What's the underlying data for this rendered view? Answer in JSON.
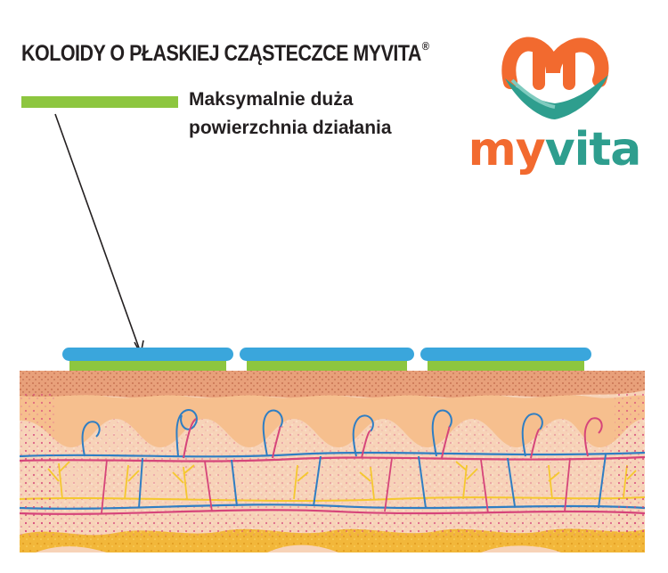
{
  "title": "KOLOIDY O PŁASKIEJ CZĄSTECZCE MYVITA",
  "title_mark": "®",
  "legend": {
    "line1": "Maksymalnie duża",
    "line2": "powierzchnia działania"
  },
  "logo": {
    "word_my": "my",
    "word_vita": "vita",
    "icon": "heart-leaf-m-icon"
  },
  "colors": {
    "particle_blue": "#3aa6dc",
    "particle_green": "#8dc63f",
    "epidermis": "#e8a07a",
    "dermis": "#f6c6a0",
    "subcutis": "#f2b73a",
    "vein_blue": "#2f7ec3",
    "artery_pink": "#d6457a",
    "nerve_yellow": "#f5c82f",
    "logo_orange": "#f26a2f",
    "logo_teal": "#2e9e8e"
  }
}
